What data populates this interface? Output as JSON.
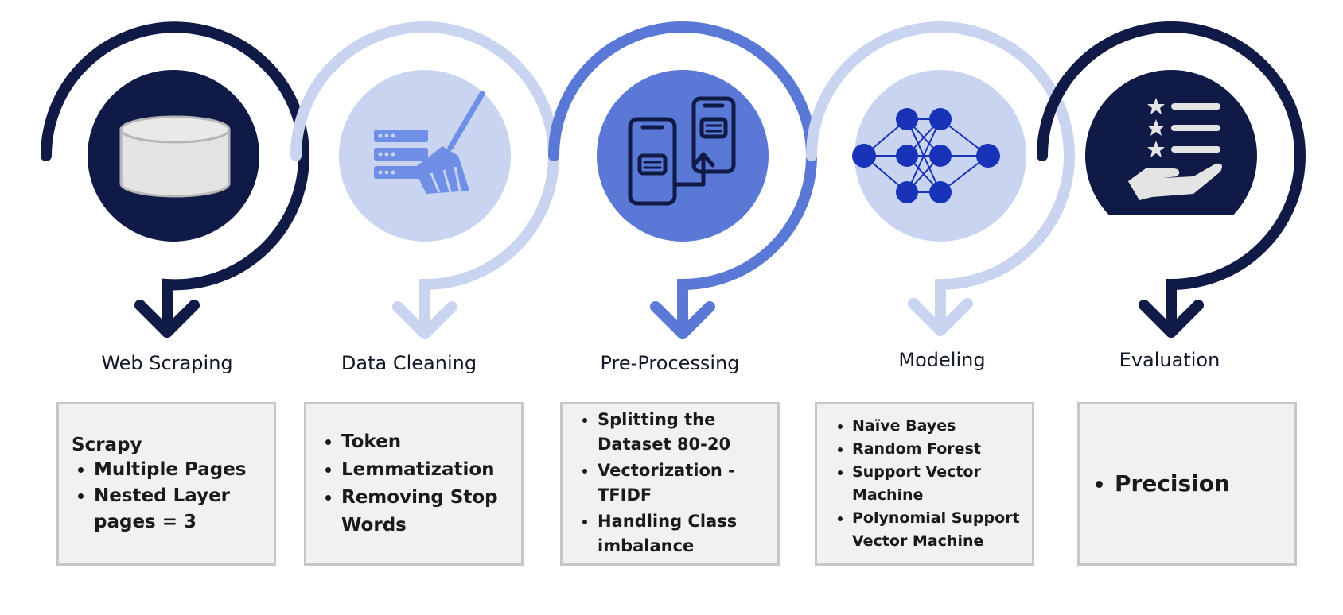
{
  "colors": {
    "navy": "#101a46",
    "light": "#c9d4f1",
    "medium": "#5a79d6",
    "icon_light": "#6f8ee6",
    "box_bg": "#f1f1f1",
    "box_border": "#c7c7c7"
  },
  "steps": [
    {
      "label": "Web Scraping",
      "icon": "database-icon",
      "details": {
        "lead": "Scrapy",
        "items": [
          "Multiple Pages",
          "Nested Layer pages = 3"
        ]
      }
    },
    {
      "label": "Data Cleaning",
      "icon": "server-broom-icon",
      "details": {
        "lead": "",
        "items": [
          "Token",
          "Lemmatization",
          "Removing Stop Words"
        ]
      }
    },
    {
      "label": "Pre-Processing",
      "icon": "phones-transfer-icon",
      "details": {
        "lead": "",
        "items": [
          "Splitting the Dataset 80-20",
          "Vectorization - TFIDF",
          "Handling Class imbalance"
        ]
      }
    },
    {
      "label": "Modeling",
      "icon": "neural-network-icon",
      "details": {
        "lead": "",
        "items": [
          "Naïve Bayes",
          "Random Forest",
          "Support Vector Machine",
          "Polynomial Support Vector Machine"
        ]
      }
    },
    {
      "label": "Evaluation",
      "icon": "rating-hand-icon",
      "details": {
        "lead": "",
        "items": [
          "Precision"
        ]
      }
    }
  ]
}
